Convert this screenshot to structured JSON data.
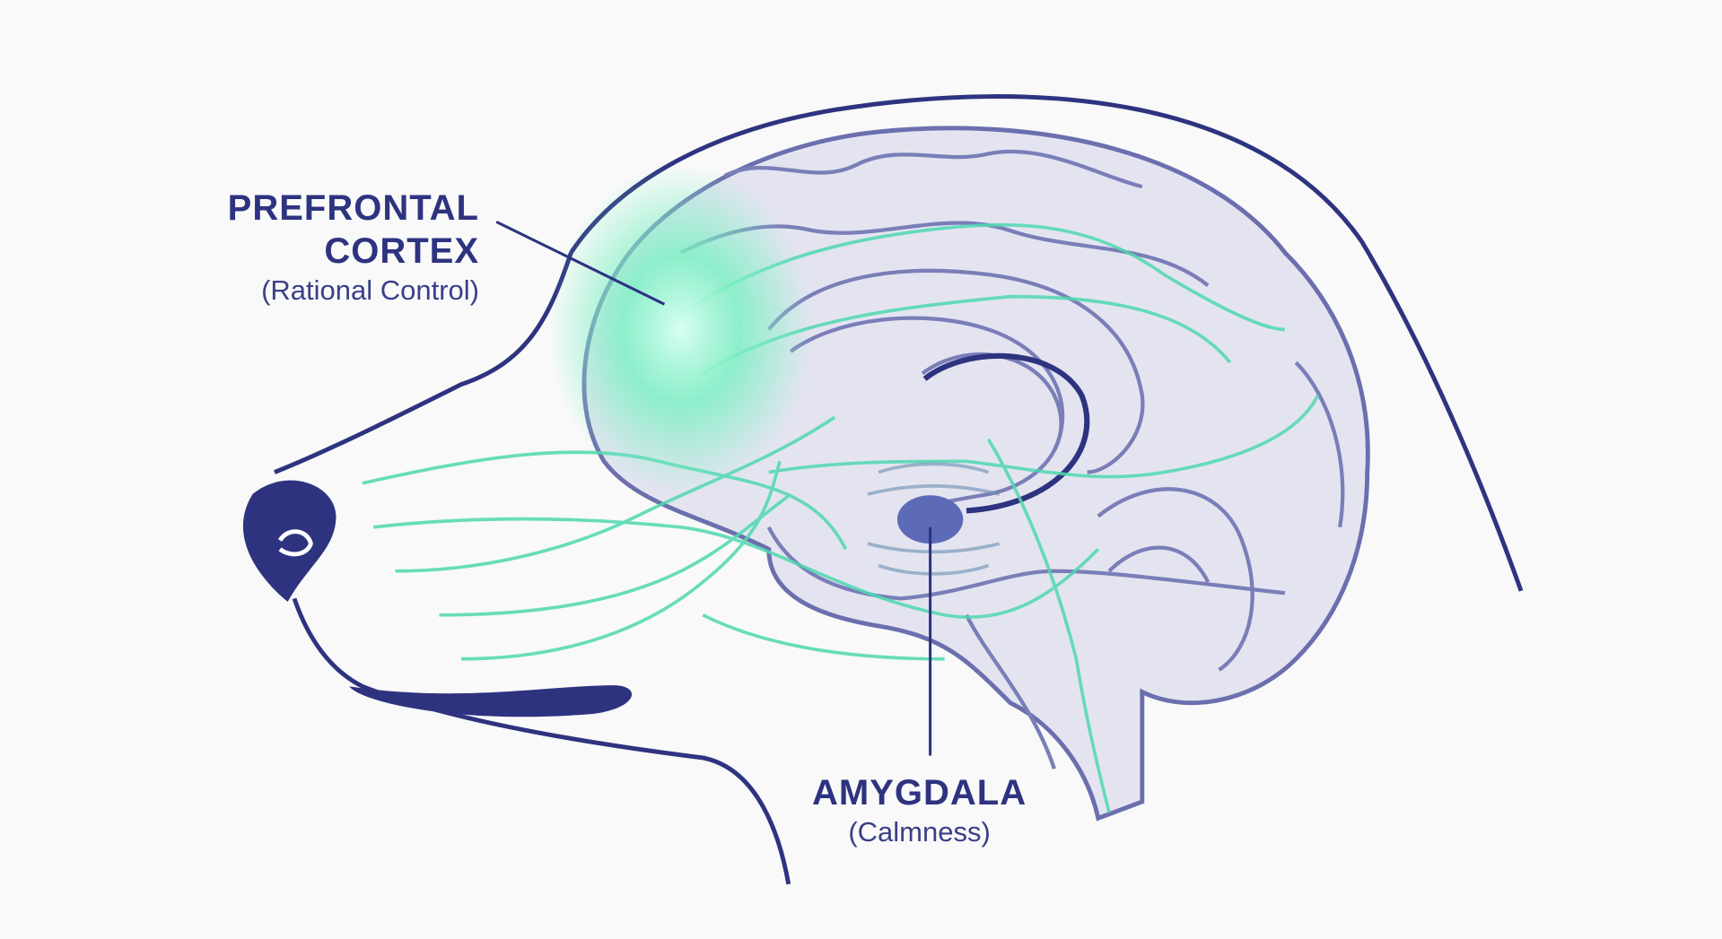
{
  "labels": {
    "prefrontal": {
      "title_line1": "PREFRONTAL",
      "title_line2": "CORTEX",
      "subtitle": "(Rational Control)"
    },
    "amygdala": {
      "title": "AMYGDALA",
      "subtitle": "(Calmness)"
    }
  },
  "colors": {
    "outline": "#2e3380",
    "brain_fill": "#e4e4f1",
    "brain_line": "#6b6fae",
    "nerve": "#4fd8b0",
    "glow": "#7ef0c4",
    "background": "#f8f9f8"
  }
}
